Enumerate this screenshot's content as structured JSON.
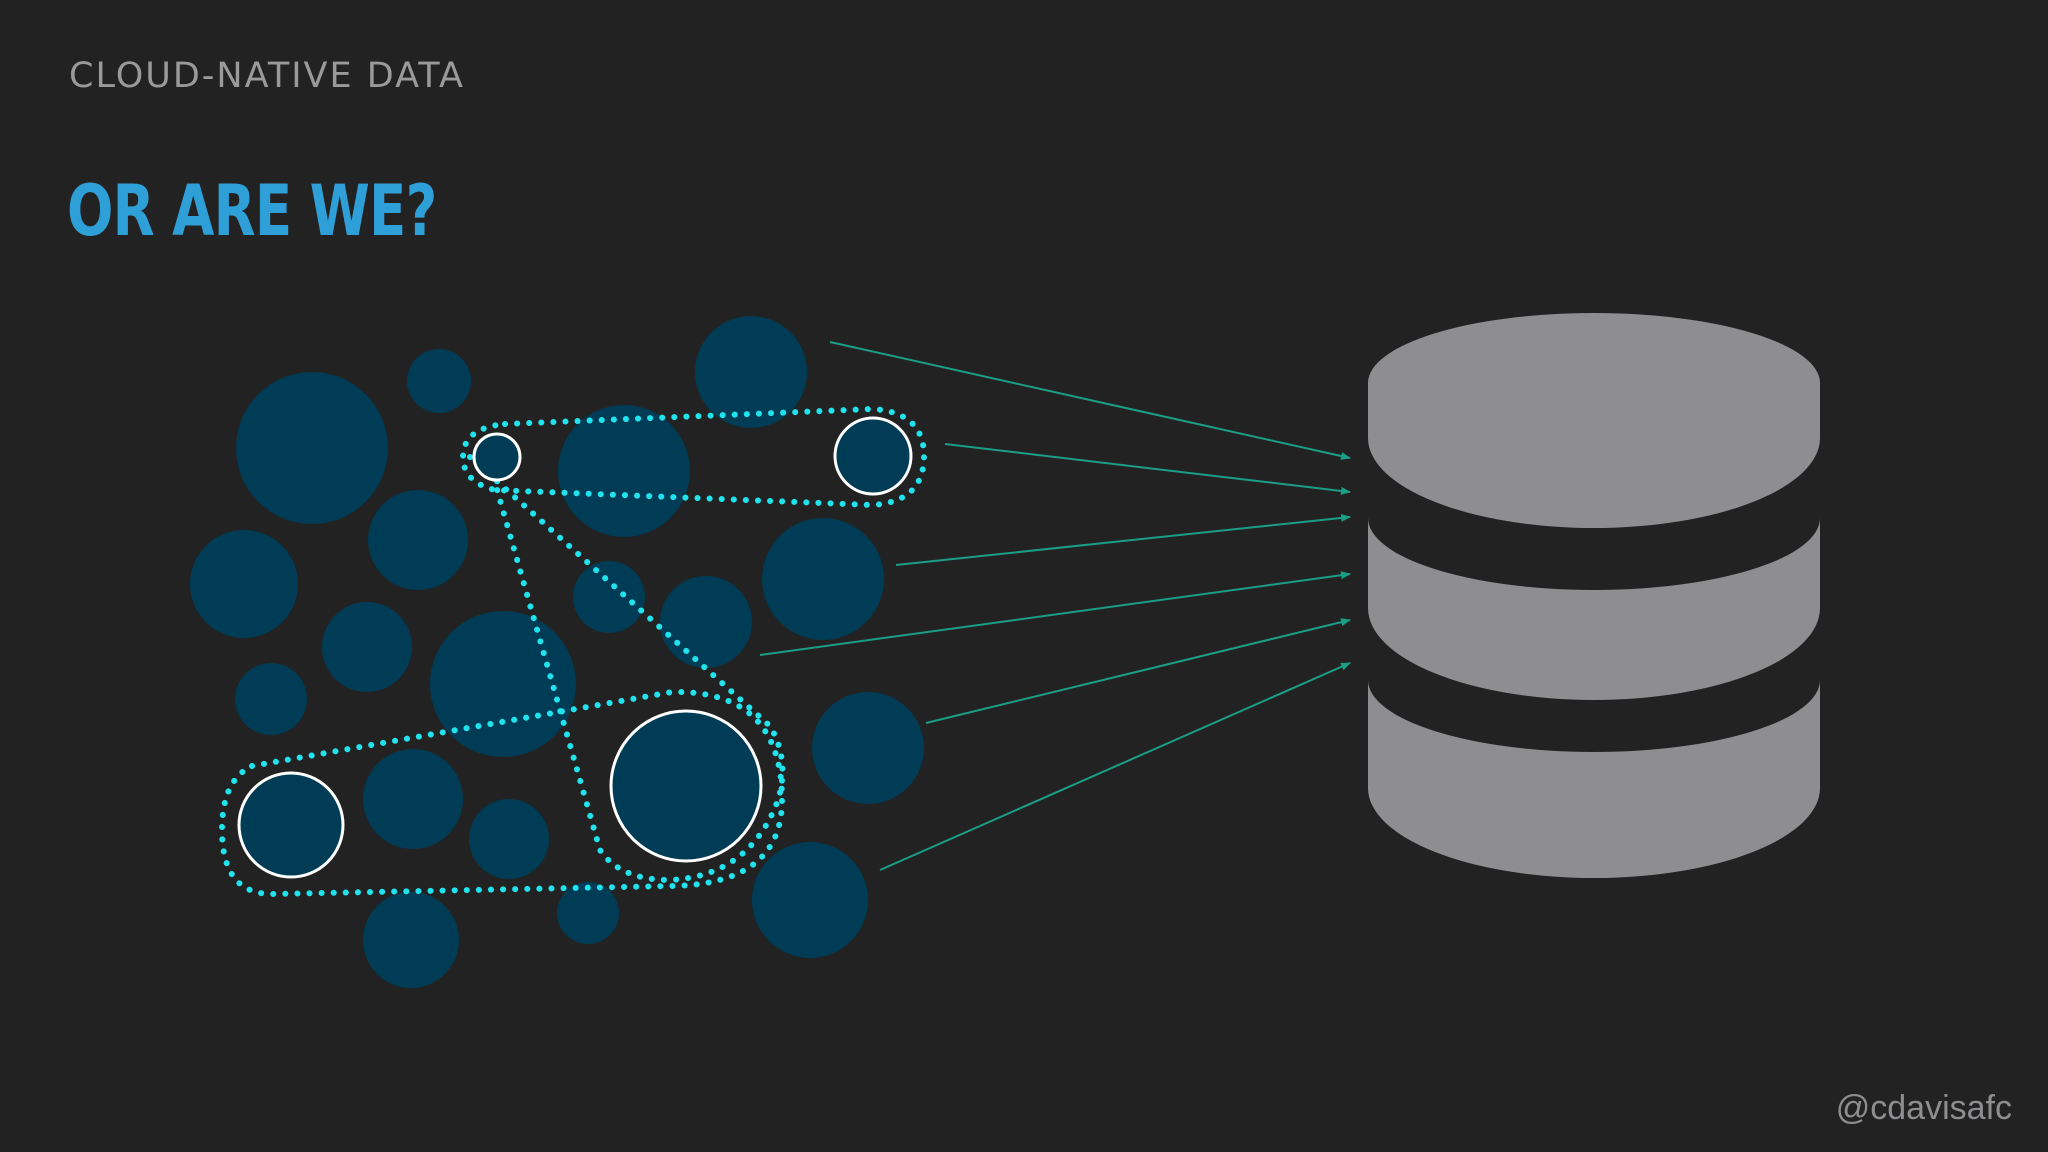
{
  "slide": {
    "eyebrow": "CLOUD-NATIVE DATA",
    "title": "OR ARE WE?",
    "handle": "@cdavisafc"
  },
  "colors": {
    "background": "#222223",
    "title": "#2f9fd8",
    "eyebrow": "#9a9a9b",
    "bubble": "#003c55",
    "highlight": "#20e3ee",
    "arrow": "#1a9e86",
    "database": "#8e8d90"
  },
  "icons": {
    "database": "database-icon",
    "microservices": "microservice-bubbles"
  }
}
